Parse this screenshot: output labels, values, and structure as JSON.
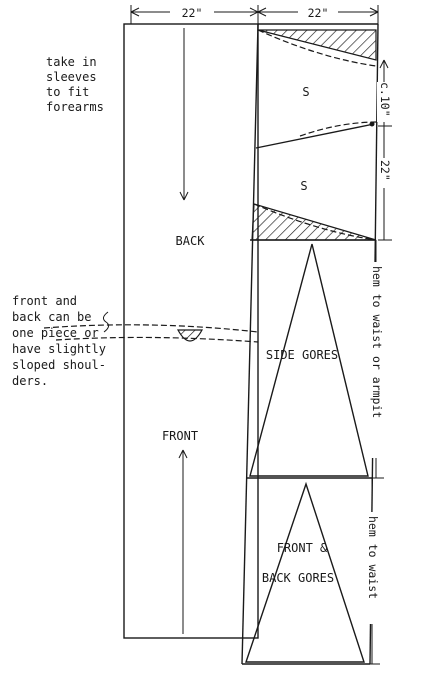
{
  "dimensions": {
    "top_left": "22\"",
    "top_right": "22\"",
    "right_upper": "c.10\"",
    "right_middle": "22\"",
    "right_hem_armpit": "hem to waist or armpit",
    "right_hem_waist": "hem to waist"
  },
  "notes": {
    "sleeves": [
      "take in",
      "sleeves",
      "to fit",
      "forearms"
    ],
    "front_back": [
      "front and",
      "back can be",
      "one piece or",
      "have slightly",
      "sloped shoul-",
      "ders."
    ]
  },
  "pieces": {
    "back": "BACK",
    "front": "FRONT",
    "sleeve_upper": "S",
    "sleeve_lower": "S",
    "side_gores": "SIDE GORES",
    "front_back_gores_1": "FRONT &",
    "front_back_gores_2": "BACK GORES"
  }
}
